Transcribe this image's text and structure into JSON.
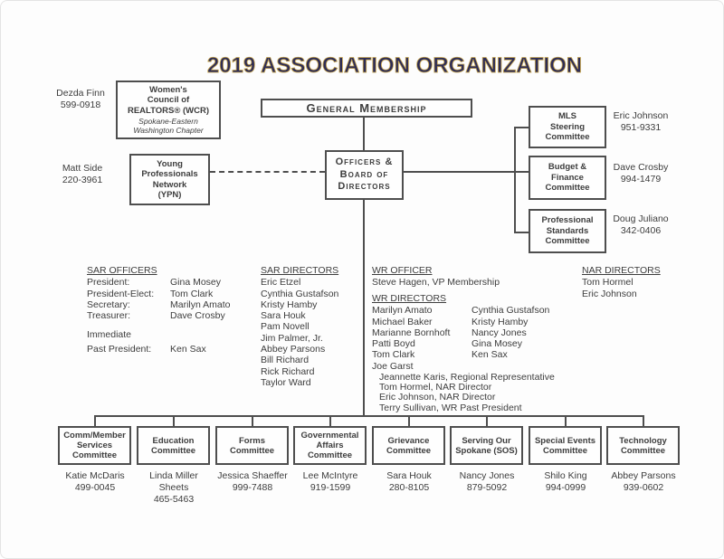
{
  "title": "2019 ASSOCIATION ORGANIZATION",
  "colors": {
    "title_fill": "#2e2d55",
    "title_outline": "#c7a54f",
    "line": "#4e4e4e",
    "text": "#3d3d3d"
  },
  "top": {
    "general_membership": "General Membership",
    "officers_board": "Officers &\nBoard of\nDirectors"
  },
  "affiliates": [
    {
      "name": "Women's\nCouncil of\nREALTORS® (WCR)",
      "subtitle": "Spokane-Eastern\nWashington Chapter",
      "contact": "Dezda Finn\n599-0918"
    },
    {
      "name": "Young\nProfessionals\nNetwork\n(YPN)",
      "contact": "Matt Side\n220-3961"
    }
  ],
  "right_committees": [
    {
      "name": "MLS\nSteering\nCommittee",
      "contact": "Eric Johnson\n951-9331"
    },
    {
      "name": "Budget &\nFinance\nCommittee",
      "contact": "Dave Crosby\n994-1479"
    },
    {
      "name": "Professional\nStandards\nCommittee",
      "contact": "Doug Juliano\n342-0406"
    }
  ],
  "sar_officers": {
    "heading": "SAR OFFICERS",
    "rows": [
      {
        "role": "President:",
        "name": "Gina Mosey"
      },
      {
        "role": "President-Elect:",
        "name": "Tom Clark"
      },
      {
        "role": "Secretary:",
        "name": "Marilyn Amato"
      },
      {
        "role": "Treasurer:",
        "name": "Dave Crosby"
      }
    ],
    "immediate": "Immediate",
    "past_role": "Past President:",
    "past_name": "Ken Sax"
  },
  "sar_directors": {
    "heading": "SAR DIRECTORS",
    "members": [
      "Eric Etzel",
      "Cynthia Gustafson",
      "Kristy Hamby",
      "Sara Houk",
      "Pam Novell",
      "Jim Palmer, Jr.",
      "Abbey Parsons",
      "Bill Richard",
      "Rick Richard",
      "Taylor Ward"
    ]
  },
  "wr_officer": {
    "heading": "WR OFFICER",
    "text": "Steve Hagen, VP Membership"
  },
  "wr_directors": {
    "heading": "WR DIRECTORS",
    "col1": [
      "Marilyn Amato",
      "Michael Baker",
      "Marianne Bornhoft",
      "Patti Boyd",
      "Tom Clark",
      "Joe Garst"
    ],
    "col2": [
      "Cynthia Gustafson",
      "Kristy Hamby",
      "Nancy Jones",
      "Gina Mosey",
      "Ken Sax"
    ]
  },
  "wr_appointees": [
    "Jeannette Karis, Regional Representative",
    "Tom Hormel, NAR Director",
    "Eric Johnson, NAR Director",
    "Terry Sullivan, WR Past President"
  ],
  "nar_directors": {
    "heading": "NAR DIRECTORS",
    "members": [
      "Tom Hormel",
      "Eric Johnson"
    ]
  },
  "bottom_committees": [
    {
      "name": "Comm/Member\nServices\nCommittee",
      "contact": "Katie McDaris\n499-0045"
    },
    {
      "name": "Education\nCommittee",
      "contact": "Linda Miller\nSheets\n465-5463"
    },
    {
      "name": "Forms\nCommittee",
      "contact": "Jessica Shaeffer\n999-7488"
    },
    {
      "name": "Governmental\nAffairs\nCommittee",
      "contact": "Lee McIntyre\n919-1599"
    },
    {
      "name": "Grievance\nCommittee",
      "contact": "Sara Houk\n280-8105"
    },
    {
      "name": "Serving Our\nSpokane (SOS)",
      "contact": "Nancy Jones\n879-5092"
    },
    {
      "name": "Special Events\nCommittee",
      "contact": "Shilo King\n994-0999"
    },
    {
      "name": "Technology\nCommittee",
      "contact": "Abbey Parsons\n939-0602"
    }
  ]
}
